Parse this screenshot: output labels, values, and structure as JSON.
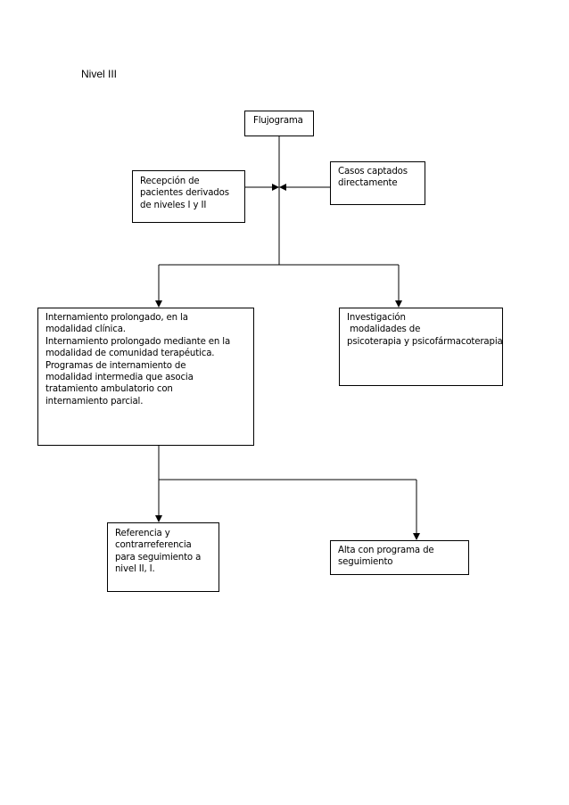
{
  "page": {
    "heading": "Nivel III"
  },
  "nodes": {
    "flujograma": {
      "lines": [
        "Flujograma"
      ]
    },
    "recepcion": {
      "lines": [
        "Recepción de",
        "pacientes derivados",
        "de niveles I y II"
      ]
    },
    "casos": {
      "lines": [
        "Casos captados",
        "directamente"
      ]
    },
    "internamiento": {
      "lines": [
        "Internamiento prolongado, en la",
        "modalidad clínica.",
        "Internamiento prolongado mediante en la",
        "modalidad de comunidad terapéutica.",
        "Programas de internamiento de",
        "modalidad intermedia que asocia",
        "tratamiento ambulatorio con",
        "internamiento parcial."
      ]
    },
    "investigacion": {
      "lines": [
        "Investigación",
        " modalidades de",
        "psicoterapia y psicofármacoterapia"
      ]
    },
    "referencia": {
      "lines": [
        "Referencia y",
        "contrarreferencia",
        "para seguimiento a",
        "nivel II, I."
      ]
    },
    "alta": {
      "lines": [
        "Alta con programa de",
        "seguimiento"
      ]
    }
  },
  "edges": [
    {
      "from": "recepcion",
      "to": "flujograma-trunk"
    },
    {
      "from": "casos",
      "to": "flujograma-trunk"
    },
    {
      "from": "flujograma",
      "to": "internamiento"
    },
    {
      "from": "flujograma",
      "to": "investigacion"
    },
    {
      "from": "internamiento",
      "to": "referencia"
    },
    {
      "from": "internamiento",
      "to": "alta"
    }
  ]
}
